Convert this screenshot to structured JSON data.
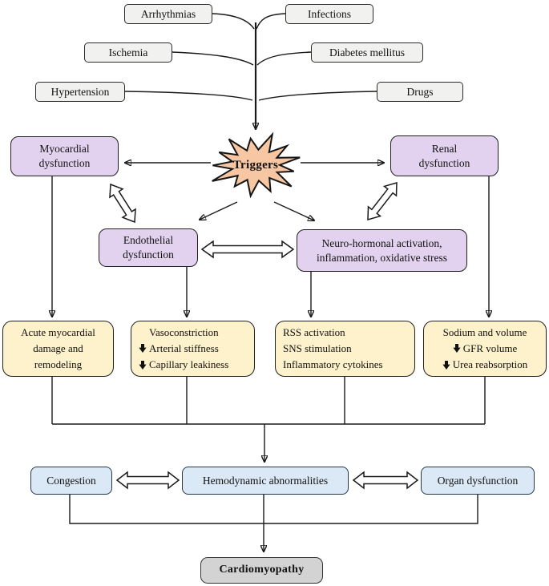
{
  "triggers": {
    "label": "Triggers",
    "causes": [
      {
        "label": "Arrhythmias"
      },
      {
        "label": "Infections"
      },
      {
        "label": "Ischemia"
      },
      {
        "label": "Diabetes mellitus"
      },
      {
        "label": "Hypertension"
      },
      {
        "label": "Drugs"
      }
    ]
  },
  "dysfunction": {
    "myocardial": {
      "lines": [
        "Myocardial",
        "dysfunction"
      ]
    },
    "renal": {
      "lines": [
        "Renal",
        "dysfunction"
      ]
    },
    "endothelial": {
      "lines": [
        "Endothelial",
        "dysfunction"
      ]
    },
    "neurohormonal": {
      "lines": [
        "Neuro-hormonal activation,",
        "inflammation, oxidative stress"
      ]
    }
  },
  "mechanisms": {
    "myocardial_damage": {
      "lines": [
        {
          "icon": null,
          "text": "Acute myocardial"
        },
        {
          "icon": null,
          "text": "damage and"
        },
        {
          "icon": null,
          "text": "remodeling"
        }
      ]
    },
    "vascular": {
      "lines": [
        {
          "icon": null,
          "text": "Vasoconstriction"
        },
        {
          "icon": "down-arrow",
          "text": "Arterial stiffness"
        },
        {
          "icon": "down-arrow",
          "text": "Capillary leakiness"
        }
      ]
    },
    "neurohormonal_effects": {
      "lines": [
        {
          "icon": null,
          "text": "RSS activation"
        },
        {
          "icon": null,
          "text": "SNS stimulation"
        },
        {
          "icon": null,
          "text": "Inflammatory cytokines"
        }
      ]
    },
    "renal_effects": {
      "lines": [
        {
          "icon": null,
          "text": "Sodium and volume"
        },
        {
          "icon": "down-arrow",
          "text": "GFR volume"
        },
        {
          "icon": "down-arrow",
          "text": "Urea reabsorption"
        }
      ]
    }
  },
  "consequences": {
    "congestion": {
      "label": "Congestion"
    },
    "hemodynamic": {
      "label": "Hemodynamic abnormalities"
    },
    "organ": {
      "label": "Organ dysfunction"
    }
  },
  "outcome": {
    "label": "Cardiomyopathy"
  },
  "icons": {
    "down_arrow": "⬇"
  },
  "colors": {
    "cause_box": "#f1f1ef",
    "dysfunction_box": "#e3d2ef",
    "trigger_star": "#f6c7a2",
    "mechanism_box": "#fdf2cb",
    "consequence_box": "#dbe8f5",
    "outcome_box": "#d3d3d3",
    "line": "#1a1a1a"
  }
}
